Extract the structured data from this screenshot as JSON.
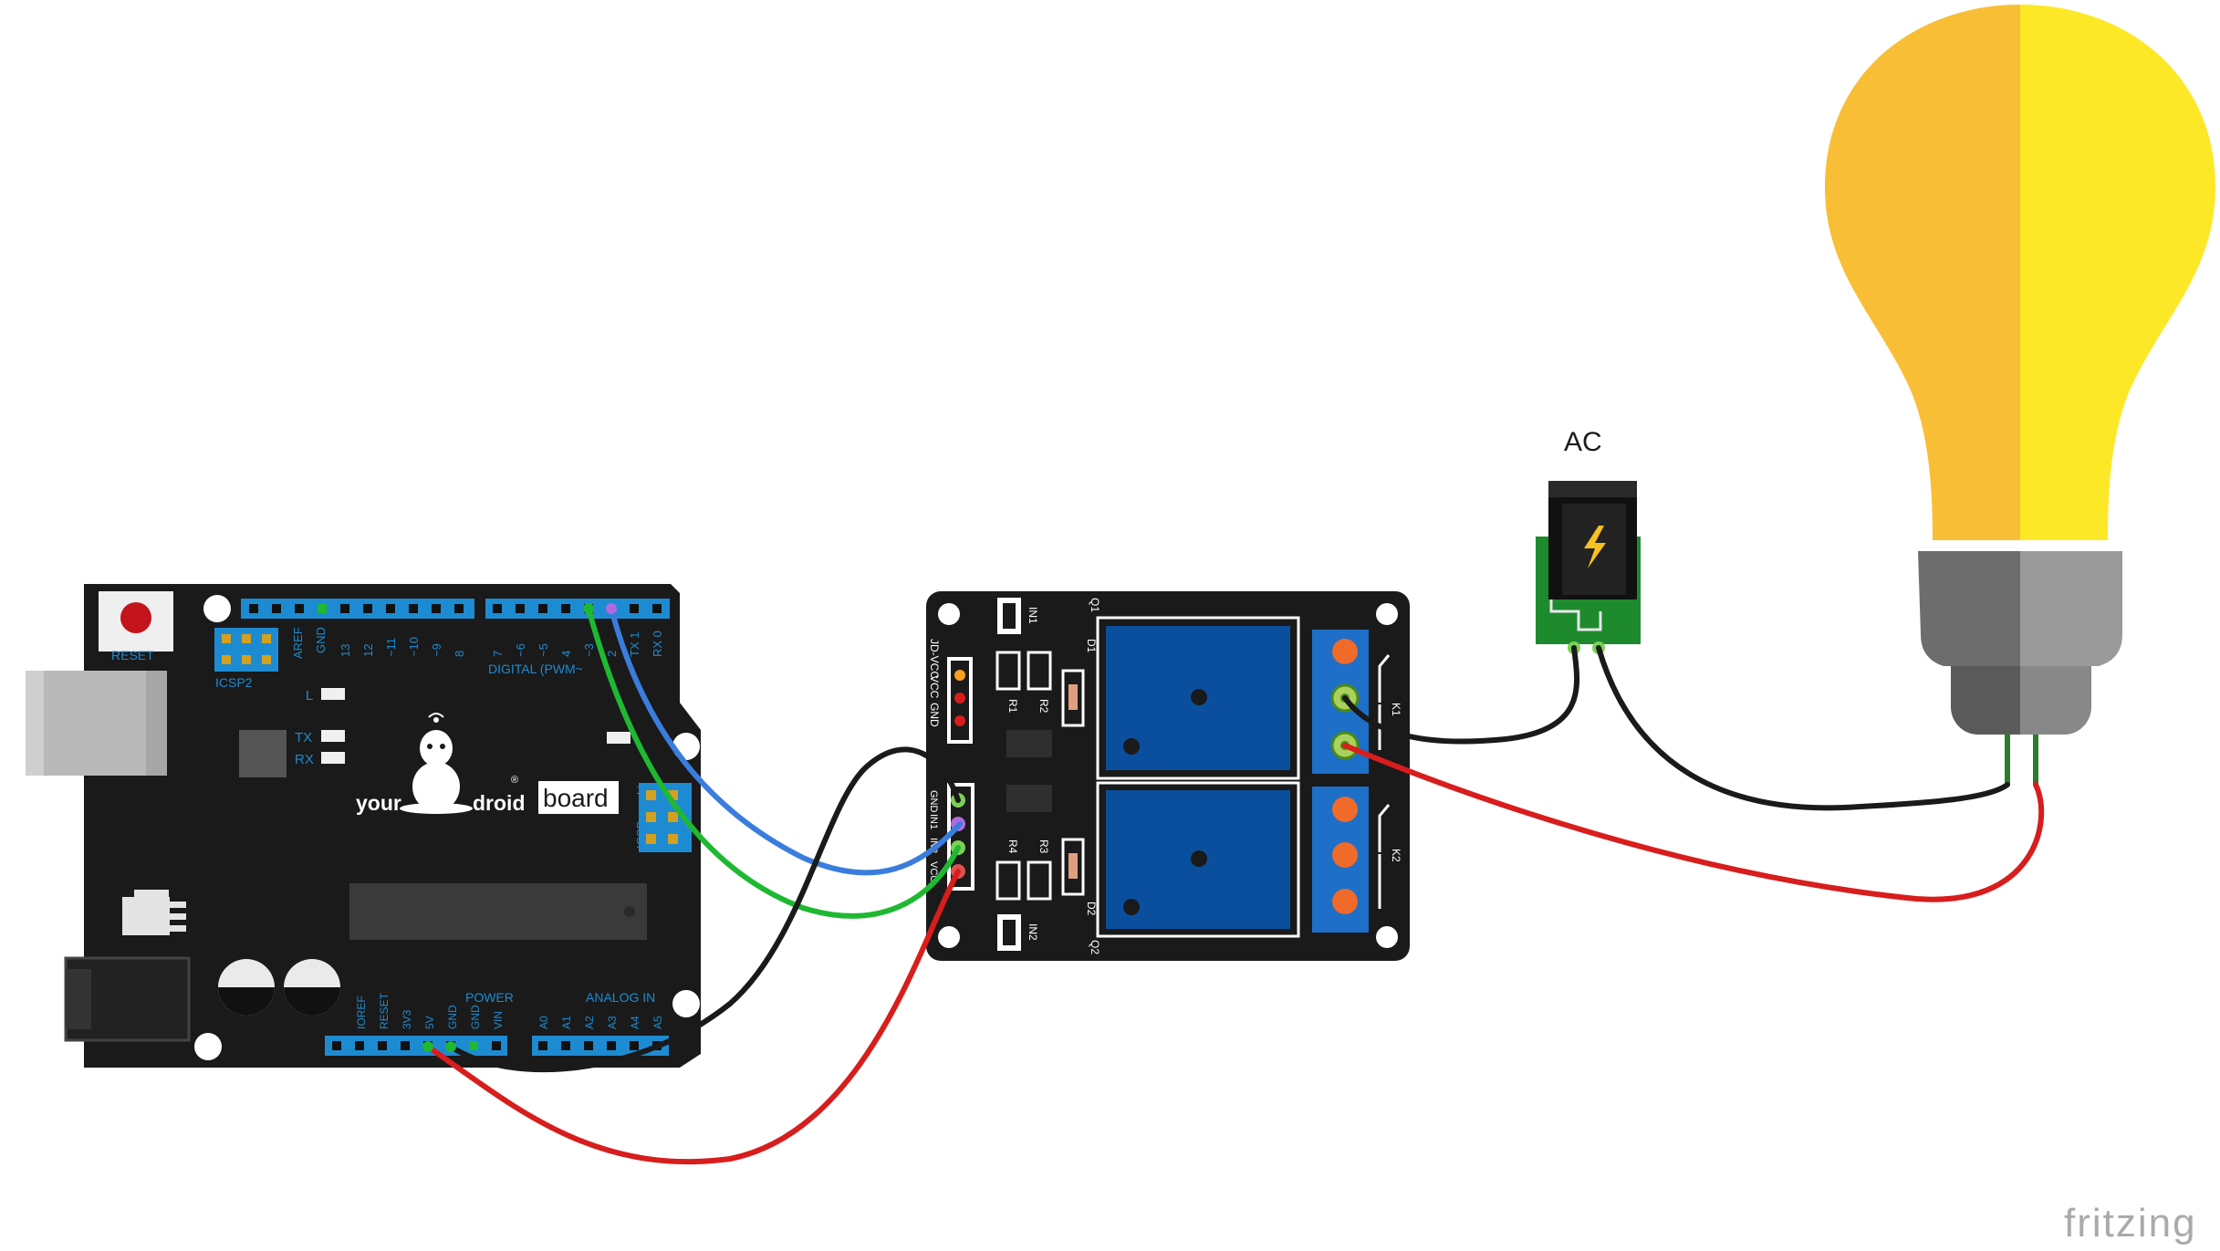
{
  "arduino": {
    "reset_label": "RESET",
    "icsp2_label": "ICSP2",
    "icsp_label": "ICSP",
    "aref_label": "AREF",
    "gnd_label": "GND",
    "digital_label": "DIGITAL (PWM~",
    "led_l": "L",
    "led_tx": "TX",
    "led_rx": "RX",
    "pin_numbers_top": [
      "13",
      "12",
      "~11",
      "~10",
      "~9",
      "8",
      "7",
      "~6",
      "~5",
      "4",
      "~3",
      "2",
      "TX 1",
      "RX 0"
    ],
    "icsp_pin_1": "1",
    "brand_your": "your",
    "brand_droid": "droid",
    "brand_board": "board",
    "brand_reg": "®",
    "power_label": "POWER",
    "analog_label": "ANALOG IN",
    "power_pins": [
      "IOREF",
      "RESET",
      "3V3",
      "5V",
      "GND",
      "GND",
      "VIN"
    ],
    "analog_pins": [
      "A0",
      "A1",
      "A2",
      "A3",
      "A4",
      "A5"
    ]
  },
  "relay": {
    "header_pins": [
      "JD-VCC",
      "VCC",
      "GND"
    ],
    "input_pins": [
      "GND",
      "IN1",
      "IN2",
      "VCC"
    ],
    "labels": [
      "IN1",
      "IN2",
      "Q1",
      "Q2",
      "D1",
      "D2",
      "R1",
      "R2",
      "R3",
      "R4",
      "K1",
      "K2"
    ]
  },
  "ac_source": {
    "label": "AC"
  },
  "watermark": {
    "text": "fritzing"
  },
  "colors": {
    "board": "#1a1a1a",
    "header_blue": "#1d8bd1",
    "relay_blue": "#0a4f9e",
    "wire_blue": "#3b7ddd",
    "wire_green": "#1fb832",
    "wire_black": "#1a1a1a",
    "wire_red": "#d81d1d",
    "bulb_left": "#f8bf36",
    "bulb_right": "#fde828",
    "base_dark": "#6d6d6d",
    "base_light": "#9a9a9a"
  }
}
